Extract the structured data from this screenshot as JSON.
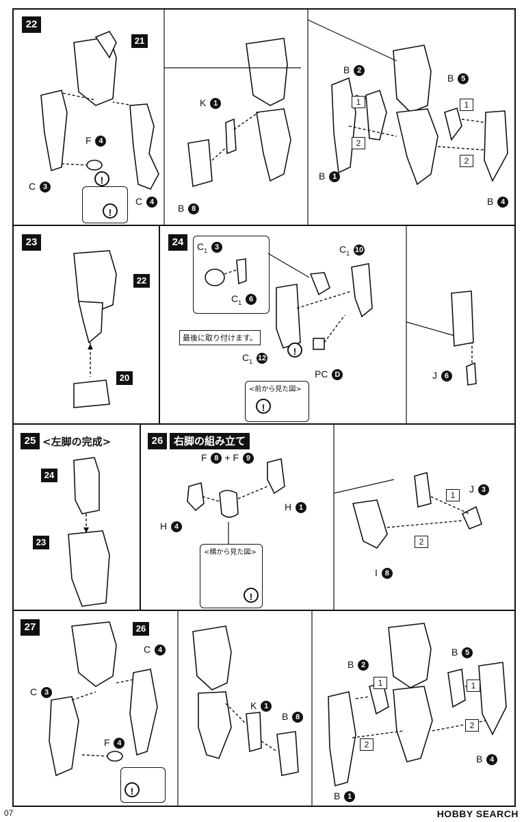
{
  "page_number": "07",
  "watermark": "HOBBY SEARCH",
  "steps": {
    "s22": {
      "num": "22",
      "ref21": "21",
      "labels": {
        "F4": "F",
        "C3": "C",
        "C4": "C",
        "K1": "K",
        "B8": "B",
        "B2": "B",
        "B5": "B",
        "B1": "B",
        "B4": "B"
      },
      "nums": {
        "F4": "4",
        "C3": "3",
        "C4": "4",
        "K1": "1",
        "B8": "8",
        "B2": "2",
        "B5": "5",
        "B1": "1",
        "B4": "4"
      },
      "order": [
        "1",
        "2",
        "1",
        "2"
      ],
      "warn": "!"
    },
    "s23": {
      "num": "23",
      "ref22": "22",
      "ref20": "20"
    },
    "s24": {
      "num": "24",
      "labels": {
        "C13": "C",
        "C16": "C",
        "C110": "C",
        "C112": "C",
        "PCD": "PC",
        "J6": "J"
      },
      "subs": {
        "C13": "1",
        "C16": "1",
        "C110": "1",
        "C112": "1"
      },
      "nums": {
        "C13": "3",
        "C16": "6",
        "C110": "10",
        "C112": "12",
        "PCD": "D",
        "J6": "6"
      },
      "note": "最後に取り付けます。",
      "front_view": "<前から見た図>",
      "warn": "!"
    },
    "s25": {
      "num": "25",
      "title": "<左脚の完成>",
      "ref24": "24",
      "ref23": "23"
    },
    "s26": {
      "num": "26",
      "title": "右脚の組み立て",
      "labels": {
        "F8": "F",
        "F9": "F",
        "plus": "+",
        "H4": "H",
        "H1": "H",
        "J3": "J",
        "I8": "I"
      },
      "nums": {
        "F8": "8",
        "F9": "9",
        "H4": "4",
        "H1": "1",
        "J3": "3",
        "I8": "8"
      },
      "side_view": "<横から見た図>",
      "order": [
        "1",
        "2"
      ],
      "warn": "!"
    },
    "s27": {
      "num": "27",
      "ref26": "26",
      "labels": {
        "C3": "C",
        "C4": "C",
        "F4": "F",
        "K1": "K",
        "B8": "B",
        "B2": "B",
        "B5": "B",
        "B1": "B",
        "B4": "B"
      },
      "nums": {
        "C3": "3",
        "C4": "4",
        "F4": "4",
        "K1": "1",
        "B8": "8",
        "B2": "2",
        "B5": "5",
        "B1": "1",
        "B4": "4"
      },
      "order": [
        "1",
        "2",
        "1",
        "2"
      ],
      "warn": "!"
    }
  }
}
